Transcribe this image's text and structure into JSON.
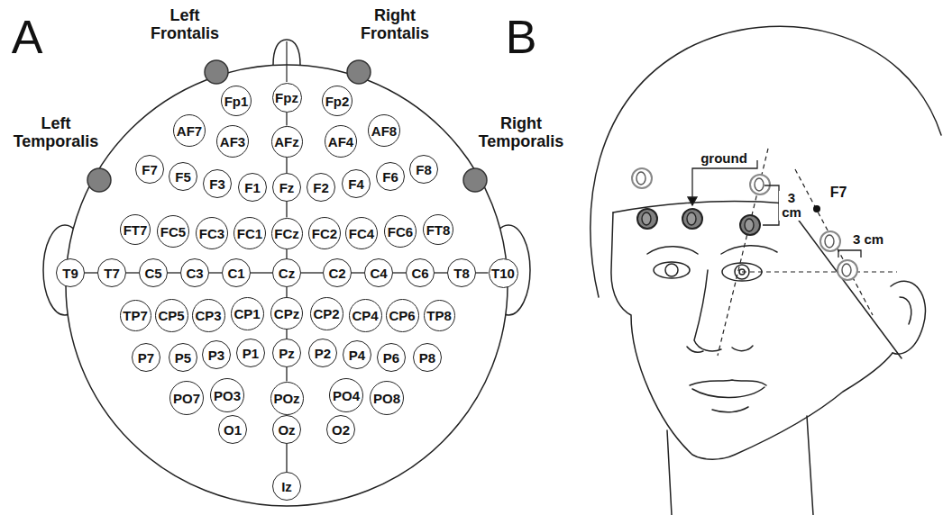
{
  "diagram": {
    "nodes": [
      {
        "text": [
          "Fp1"
        ]
      },
      {
        "text": [
          "Fpz"
        ]
      },
      {
        "text": [
          "Fp2"
        ]
      },
      {
        "text": [
          "AF7"
        ]
      },
      {
        "text": [
          "AF3"
        ]
      },
      {
        "text": [
          "AFz"
        ]
      },
      {
        "text": [
          "AF4"
        ]
      },
      {
        "text": [
          "AF8"
        ]
      },
      {
        "text": [
          "F7"
        ]
      },
      {
        "text": [
          "F5"
        ]
      },
      {
        "text": [
          "F3"
        ]
      },
      {
        "text": [
          "F1"
        ]
      },
      {
        "text": [
          "Fz"
        ]
      },
      {
        "text": [
          "F2"
        ]
      },
      {
        "text": [
          "F4"
        ]
      },
      {
        "text": [
          "F6"
        ]
      },
      {
        "text": [
          "F8"
        ]
      },
      {
        "text": [
          "FT7"
        ]
      },
      {
        "text": [
          "FC5"
        ]
      },
      {
        "text": [
          "FC3"
        ]
      },
      {
        "text": [
          "FC1"
        ]
      },
      {
        "text": [
          "FCz"
        ]
      },
      {
        "text": [
          "FC2"
        ]
      },
      {
        "text": [
          "FC4"
        ]
      },
      {
        "text": [
          "FC6"
        ]
      },
      {
        "text": [
          "FT8"
        ]
      },
      {
        "text": [
          "T9"
        ]
      },
      {
        "text": [
          "T7"
        ]
      },
      {
        "text": [
          "C5"
        ]
      },
      {
        "text": [
          "C3"
        ]
      },
      {
        "text": [
          "C1"
        ]
      },
      {
        "text": [
          "Cz"
        ]
      },
      {
        "text": [
          "C2"
        ]
      },
      {
        "text": [
          "C4"
        ]
      },
      {
        "text": [
          "C6"
        ]
      },
      {
        "text": [
          "T8"
        ]
      },
      {
        "text": [
          "T10"
        ]
      },
      {
        "text": [
          "TP7"
        ]
      },
      {
        "text": [
          "CP5"
        ]
      },
      {
        "text": [
          "CP3"
        ]
      },
      {
        "text": [
          "CP1"
        ]
      },
      {
        "text": [
          "CPz"
        ]
      },
      {
        "text": [
          "CP2"
        ]
      },
      {
        "text": [
          "CP4"
        ]
      },
      {
        "text": [
          "CP6"
        ]
      },
      {
        "text": [
          "TP8"
        ]
      },
      {
        "text": [
          "P7"
        ]
      },
      {
        "text": [
          "P5"
        ]
      },
      {
        "text": [
          "P3"
        ]
      },
      {
        "text": [
          "P1"
        ]
      },
      {
        "text": [
          "Pz"
        ]
      },
      {
        "text": [
          "P2"
        ]
      },
      {
        "text": [
          "P4"
        ]
      },
      {
        "text": [
          "P6"
        ]
      },
      {
        "text": [
          "P8"
        ]
      },
      {
        "text": [
          "PO7"
        ]
      },
      {
        "text": [
          "PO3"
        ]
      },
      {
        "text": [
          "POz"
        ]
      },
      {
        "text": [
          "PO4"
        ]
      },
      {
        "text": [
          "PO8"
        ]
      },
      {
        "text": [
          "O1"
        ]
      },
      {
        "text": [
          "Oz"
        ]
      },
      {
        "text": [
          "O2"
        ]
      },
      {
        "text": [
          "Iz"
        ]
      }
    ],
    "edges": [
      {
        "from": 1,
        "to": 5,
        "arrow": "none"
      },
      {
        "from": 5,
        "to": 12,
        "arrow": "none"
      },
      {
        "from": 12,
        "to": 21,
        "arrow": "none"
      },
      {
        "from": 21,
        "to": 31,
        "arrow": "none"
      },
      {
        "from": 31,
        "to": 41,
        "arrow": "none"
      },
      {
        "from": 41,
        "to": 50,
        "arrow": "none"
      },
      {
        "from": 50,
        "to": 57,
        "arrow": "none"
      },
      {
        "from": 57,
        "to": 61,
        "arrow": "none"
      },
      {
        "from": 61,
        "to": 63,
        "arrow": "none"
      },
      {
        "from": 26,
        "to": 27,
        "arrow": "none"
      },
      {
        "from": 27,
        "to": 28,
        "arrow": "none"
      },
      {
        "from": 28,
        "to": 29,
        "arrow": "none"
      },
      {
        "from": 29,
        "to": 30,
        "arrow": "none"
      },
      {
        "from": 30,
        "to": 31,
        "arrow": "none"
      },
      {
        "from": 31,
        "to": 32,
        "arrow": "none"
      },
      {
        "from": 32,
        "to": 33,
        "arrow": "none"
      },
      {
        "from": 33,
        "to": 34,
        "arrow": "none"
      },
      {
        "from": 34,
        "to": 35,
        "arrow": "none"
      },
      {
        "from": 35,
        "to": 36,
        "arrow": "none"
      }
    ],
    "labels": [
      "A",
      "B",
      "Left Frontalis",
      "Right Frontalis",
      "Left Temporalis",
      "Right Temporalis",
      "ground",
      "3 cm",
      "F7",
      "3 cm"
    ]
  }
}
